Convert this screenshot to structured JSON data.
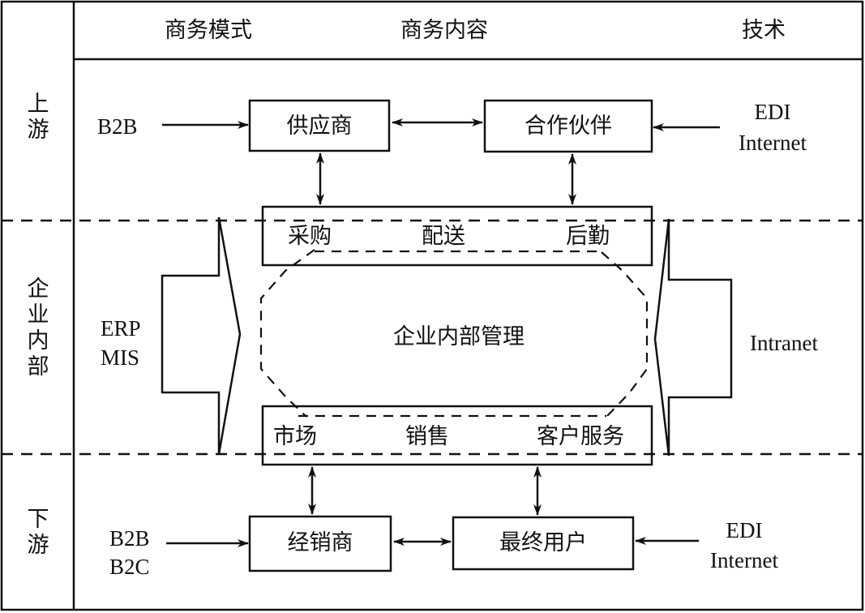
{
  "header": {
    "columns": [
      "商务模式",
      "商务内容",
      "技术"
    ]
  },
  "rows": {
    "upstream": {
      "label": "上游",
      "chars": [
        "上",
        "游"
      ]
    },
    "internal": {
      "label": "企业内部",
      "chars": [
        "企",
        "业",
        "内",
        "部"
      ]
    },
    "downstream": {
      "label": "下游",
      "chars": [
        "下",
        "游"
      ]
    }
  },
  "upstream": {
    "business_model": [
      "B2B"
    ],
    "boxes": {
      "supplier": "供应商",
      "partner": "合作伙伴"
    },
    "technology": [
      "EDI",
      "Internet"
    ]
  },
  "internal": {
    "business_model": [
      "ERP",
      "MIS"
    ],
    "top_box": [
      "采购",
      "配送",
      "后勤"
    ],
    "center": "企业内部管理",
    "bottom_box": [
      "市场",
      "销售",
      "客户服务"
    ],
    "technology": [
      "Intranet"
    ]
  },
  "downstream": {
    "business_model": [
      "B2B",
      "B2C"
    ],
    "boxes": {
      "distributor": "经销商",
      "end_user": "最终用户"
    },
    "technology": [
      "EDI",
      "Internet"
    ]
  }
}
